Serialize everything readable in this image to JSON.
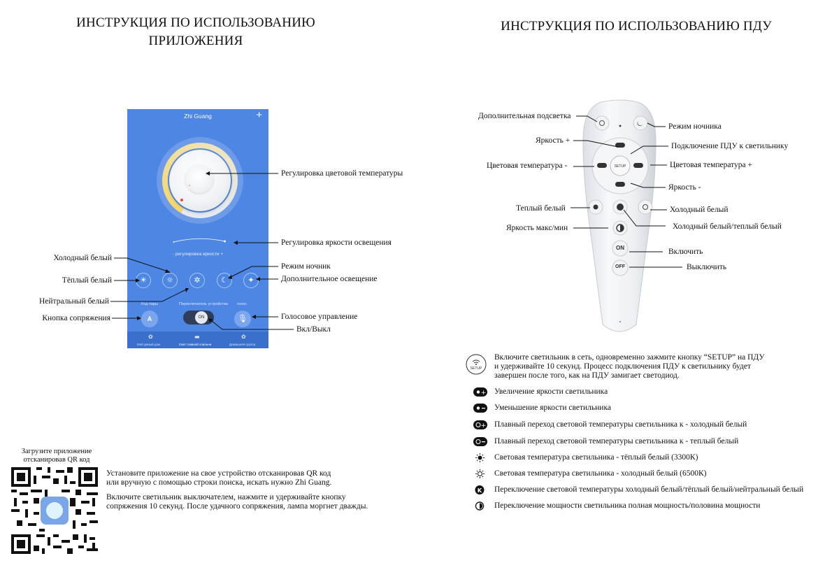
{
  "left": {
    "title_line1": "ИНСТРУКЦИЯ ПО ИСПОЛЬЗОВАНИЮ",
    "title_line2": "ПРИЛОЖЕНИЯ",
    "app": {
      "title": "Zhi Guang",
      "plus": "+",
      "slider_label": "- регулировка яркости +",
      "pair_label": "Код пары",
      "switch_label": "Переключатель устройства",
      "voice_label": "голос",
      "pair_button": "A",
      "toggle_text": "ON",
      "tabs": [
        "Мой умный дом",
        "Свет главной спальни",
        "Домашняя группа"
      ]
    },
    "callouts": {
      "color_temp": "Регулировка цветовой температуры",
      "brightness": "Регулировка яркости освещения",
      "cold_white": "Холодный белый",
      "warm_white": "Тёплый белый",
      "neutral_white": "Нейтральный белый",
      "night_mode": "Режим ночник",
      "extra_light": "Дополнительное освещение",
      "pairing": "Кнопка сопряжения",
      "voice": "Голосовое управление",
      "on_off": "Вкл/Выкл"
    },
    "qr_caption_line1": "Загрузите приложение",
    "qr_caption_line2": "отсканировав QR код",
    "instructions_p1_line1": "Установите приложение на свое устройство отсканировав QR код",
    "instructions_p1_line2": "или вручную с помощью строки поиска, искать нужно Zhi Guang.",
    "instructions_p2_line1": "Включите светильник выключателем, нажмите и удерживайте кнопку",
    "instructions_p2_line2": "сопряжения 10 секунд. После удачного сопряжения, лампа моргнет дважды."
  },
  "right": {
    "title": "ИНСТРУКЦИЯ ПО ИСПОЛЬЗОВАНИЮ ПДУ",
    "remote_buttons": {
      "setup": "SETUP",
      "on": "ON",
      "off": "OFF"
    },
    "callouts": {
      "extra_light": "Дополнительная подсветка",
      "night_mode": "Режим ночника",
      "brightness_plus": "Яркость +",
      "connect": "Подключение ПДУ к светильнику",
      "temp_minus": "Цветовая температура -",
      "temp_plus": "Цветовая температура +",
      "brightness_minus": "Яркость -",
      "warm_white": "Теплый белый",
      "cold_white": "Холодный белый",
      "max_min": "Яркость макс/мин",
      "cold_warm": "Холодный белый/теплый белый",
      "on": "Включить",
      "off": "Выключить"
    },
    "setup_text_line1": "Включите светильник в сеть, одновременно зажмите кнопку “SETUP” на ПДУ",
    "setup_text_line2": "и удерживайте 10 секунд. Процесс подключения ПДУ к светильнику будет",
    "setup_text_line3": "завершен после того, как на ПДУ замигает светодиод.",
    "legend": [
      "Увеличение яркости светильника",
      "Уменьшение яркости светильника",
      "Плавный переход световой температуры светильника к - холодный белый",
      "Плавный переход световой температуры светильника к - теплый белый",
      "Световая температура светильника - тёплый белый (3300К)",
      "Световая температура светильника - холодный белый (6500К)",
      "Переключение световой температуры холодный белый/тёплый белый/нейтральный белый",
      "Переключение мощности светильника полная мощность/половина мощности"
    ]
  }
}
